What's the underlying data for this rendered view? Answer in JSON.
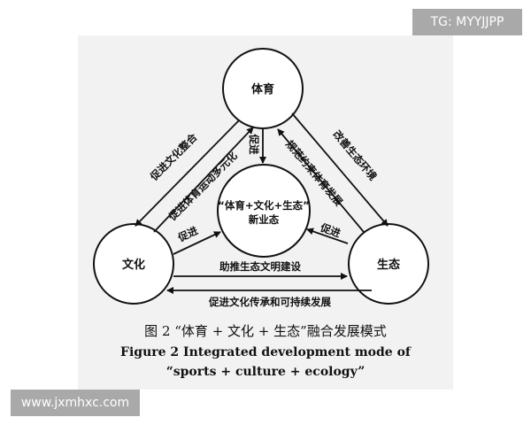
{
  "watermarks": {
    "top": "TG: MYYJJPP",
    "bottom": "www.jxmhxc.com"
  },
  "nodes": {
    "top": "体育",
    "left": "文化",
    "right": "生态",
    "center_line1": "“体育+文化+生态”",
    "center_line2": "新业态"
  },
  "edges": {
    "top_to_center": "促进",
    "left_to_center": "促进",
    "right_to_center": "促进",
    "top_left_outer": "促进文化整合",
    "left_top_inner": "促进体育运动多元化",
    "top_right_outer": "改善生态环境",
    "right_top_inner": "规范约束体育发展",
    "left_to_right": "助推生态文明建设",
    "right_to_left": "促进文化传承和可持续发展"
  },
  "caption": {
    "cn": "图 2 “体育 + 文化 + 生态”融合发展模式",
    "en_line1": "Figure 2 Integrated development mode of",
    "en_line2": "“sports + culture + ecology”"
  }
}
